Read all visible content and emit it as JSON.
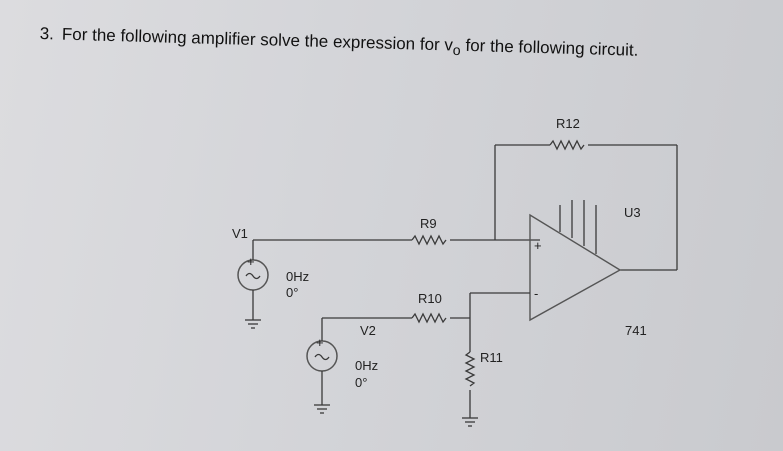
{
  "question": {
    "number": "3.",
    "text_prefix": "For the following amplifier solve the expression for v",
    "subscript": "o",
    "text_suffix": " for the following circuit."
  },
  "components": {
    "v1": {
      "name": "V1",
      "freq": "0Hz",
      "phase": "0°"
    },
    "v2": {
      "name": "V2",
      "freq": "0Hz",
      "phase": "0°"
    },
    "r9": "R9",
    "r10": "R10",
    "r11": "R11",
    "r12": "R12",
    "opamp": {
      "name": "U3",
      "model": "741",
      "plus": "+",
      "minus": "-"
    }
  },
  "colors": {
    "wire": "#3a3a3a",
    "source_stroke": "#555555"
  }
}
